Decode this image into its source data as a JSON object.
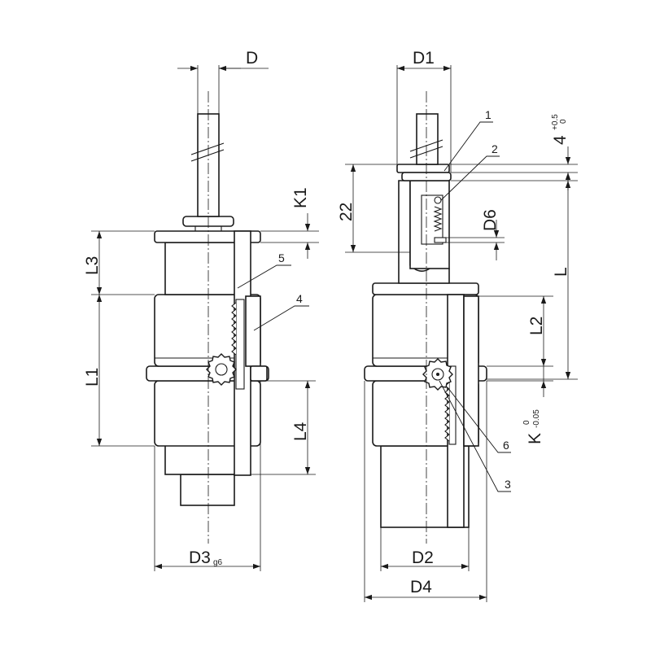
{
  "dimensions": {
    "d": "D",
    "d1": "D1",
    "d2": "D2",
    "d3": "D3",
    "d3_tol": "g6",
    "d4": "D4",
    "d6": "D6",
    "l": "L",
    "l1": "L1",
    "l2": "L2",
    "l3": "L3",
    "l4": "L4",
    "k1": "K1",
    "k": "K",
    "k_upper": "0",
    "k_lower": "-0.05",
    "twentytwo": "22",
    "four": "4",
    "four_upper": "+0.5",
    "four_lower": "0"
  },
  "callouts": [
    "1",
    "2",
    "3",
    "4",
    "5",
    "6"
  ]
}
